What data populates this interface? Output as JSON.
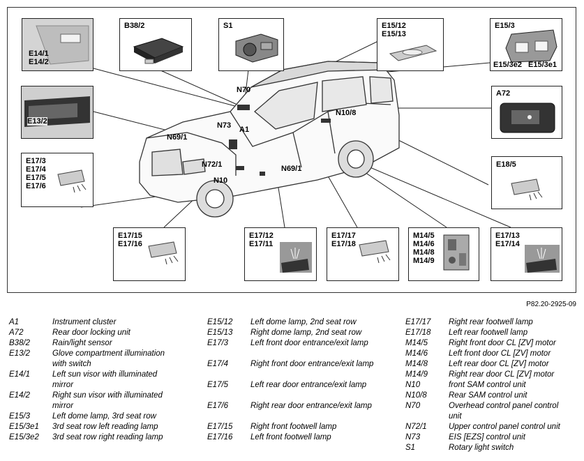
{
  "figure_id": "P82.20-2925-09",
  "callouts": {
    "e14": "E14/1\nE14/2",
    "b38": "B38/2",
    "s1": "S1",
    "e15_12": "E15/12\nE15/13",
    "e15_3": "E15/3",
    "e15_3e2": "E15/3e2",
    "e15_3e1": "E15/3e1",
    "e13": "E13/2",
    "a72": "A72",
    "n70": "N70",
    "n10_8": "N10/8",
    "n73": "N73",
    "a1": "A1",
    "n69_1a": "N69/1",
    "n72_1": "N72/1",
    "n69_1b": "N69/1",
    "n10": "N10",
    "e17_3": "E17/3\nE17/4\nE17/5\nE17/6",
    "e18_5": "E18/5",
    "e17_15": "E17/15\nE17/16",
    "e17_12": "E17/12\nE17/11",
    "e17_17": "E17/17\nE17/18",
    "m14": "M14/5\nM14/6\nM14/8\nM14/9",
    "e17_13": "E17/13\nE17/14"
  },
  "legend": [
    [
      {
        "code": "A1",
        "desc": "Instrument cluster"
      },
      {
        "code": "A72",
        "desc": "Rear door locking unit"
      },
      {
        "code": "B38/2",
        "desc": "Rain/light sensor"
      },
      {
        "code": "E13/2",
        "desc": "Glove compartment illumination with switch"
      },
      {
        "code": "E14/1",
        "desc": "Left sun visor with illuminated mirror"
      },
      {
        "code": "E14/2",
        "desc": "Right sun visor with illuminated mirror"
      },
      {
        "code": "E15/3",
        "desc": "Left dome lamp, 3rd seat row"
      },
      {
        "code": "E15/3e1",
        "desc": "3rd seat row left reading lamp"
      },
      {
        "code": "E15/3e2",
        "desc": "3rd seat row right reading lamp"
      }
    ],
    [
      {
        "code": "E15/12",
        "desc": "Left dome lamp, 2nd seat row"
      },
      {
        "code": "E15/13",
        "desc": "Right dome lamp, 2nd seat row"
      },
      {
        "code": "E17/3",
        "desc": "Left front door entrance/exit lamp"
      },
      {
        "code": "E17/4",
        "desc": "Right front door entrance/exit lamp"
      },
      {
        "code": "E17/5",
        "desc": "Left rear door entrance/exit lamp"
      },
      {
        "code": "E17/6",
        "desc": "Right rear door entrance/exit lamp"
      },
      {
        "code": "E17/15",
        "desc": "Right front footwell lamp"
      },
      {
        "code": "E17/16",
        "desc": "Left front footwell lamp"
      }
    ],
    [
      {
        "code": "E17/17",
        "desc": "Right rear footwell lamp"
      },
      {
        "code": "E17/18",
        "desc": "Left rear footwell lamp"
      },
      {
        "code": "M14/5",
        "desc": "Right front door CL [ZV] motor"
      },
      {
        "code": "M14/6",
        "desc": "Left front door CL [ZV] motor"
      },
      {
        "code": "M14/8",
        "desc": "Left rear door CL [ZV] motor"
      },
      {
        "code": "M14/9",
        "desc": "Right rear door CL [ZV] motor"
      },
      {
        "code": "N10",
        "desc": "front SAM control unit"
      },
      {
        "code": "N10/8",
        "desc": "Rear SAM control unit"
      },
      {
        "code": "N70",
        "desc": "Overhead control panel control unit"
      },
      {
        "code": "N72/1",
        "desc": "Upper control panel control unit"
      },
      {
        "code": "N73",
        "desc": "EIS [EZS] control unit"
      },
      {
        "code": "S1",
        "desc": "Rotary light switch"
      }
    ]
  ]
}
